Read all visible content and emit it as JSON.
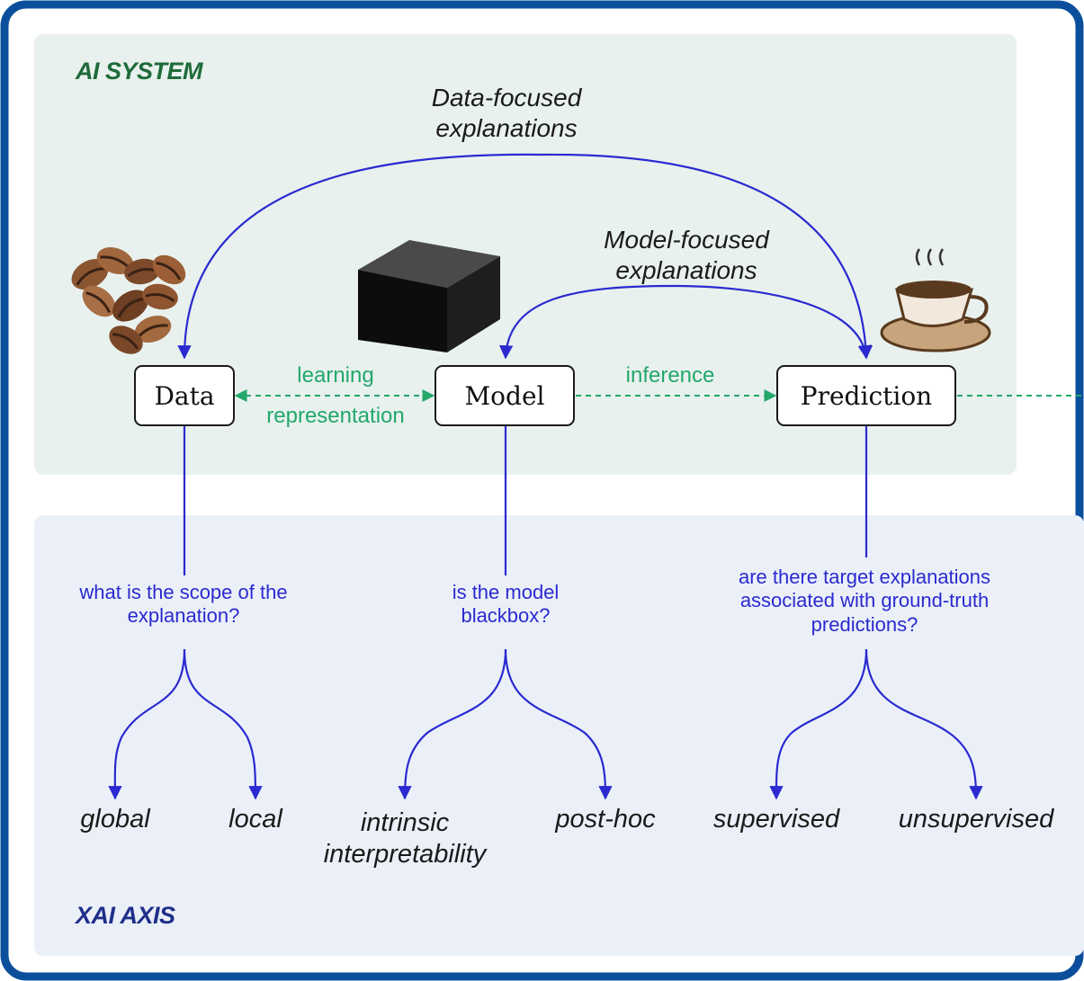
{
  "sections": {
    "ai_system": "AI SYSTEM",
    "xai_axis": "XAI AXIS"
  },
  "nodes": {
    "data": "Data",
    "model": "Model",
    "prediction": "Prediction"
  },
  "curves": {
    "data_focused": [
      "Data-focused",
      "explanations"
    ],
    "model_focused": [
      "Model-focused",
      "explanations"
    ]
  },
  "flows": {
    "learning": "learning",
    "representation": "representation",
    "inference": "inference"
  },
  "questions": {
    "scope": "what is the scope of the explanation?",
    "blackbox": "is the model blackbox?",
    "targets": "are there target explanations associated with ground-truth predictions?"
  },
  "leaves": {
    "global": "global",
    "local": "local",
    "intrinsic": "intrinsic interpretability",
    "posthoc": "post-hoc",
    "supervised": "supervised",
    "unsupervised": "unsupervised"
  },
  "colors": {
    "frame": "#0b4f9c",
    "ai_bg": "#e8f1ee",
    "xai_bg": "#ebf0f8",
    "arrow_blue": "#2a2ad0",
    "flow_green": "#23a86a"
  },
  "icons": [
    "coffee-beans-icon",
    "black-box-cube-icon",
    "coffee-cup-icon"
  ]
}
